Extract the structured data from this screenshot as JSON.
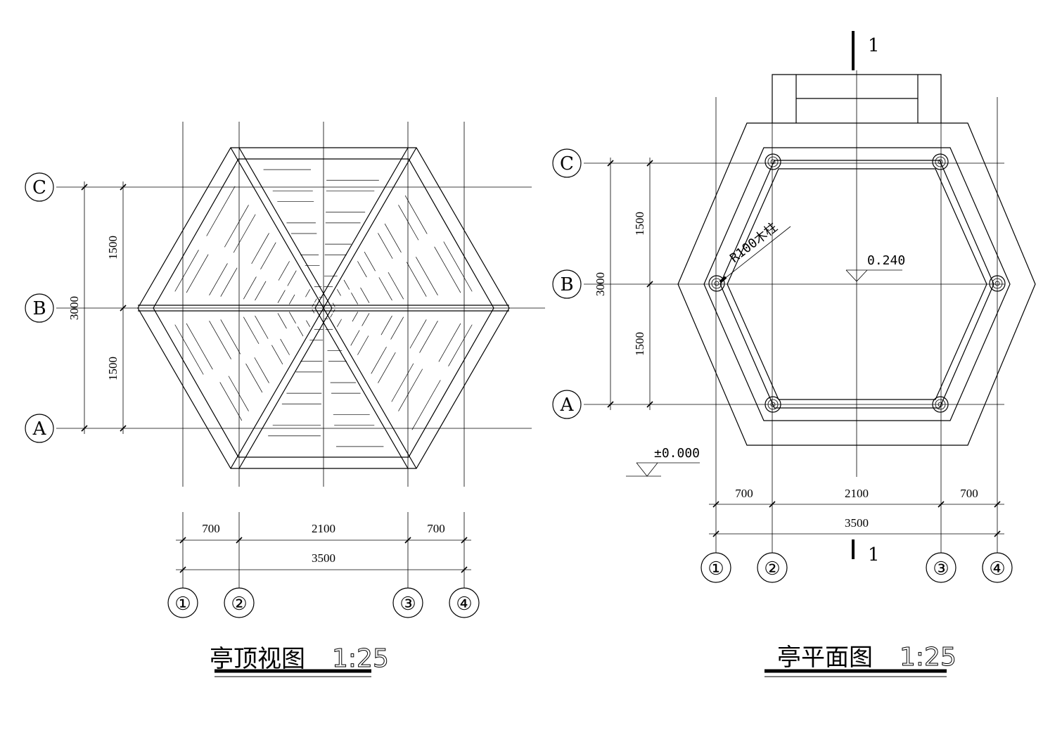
{
  "left_view": {
    "title": "亭顶视图",
    "scale": "1:25",
    "axis_rows": [
      "C",
      "B",
      "A"
    ],
    "axis_cols": [
      "①",
      "②",
      "③",
      "④"
    ],
    "dim_vertical": [
      "1500",
      "1500",
      "3000"
    ],
    "dim_horizontal": [
      "700",
      "2100",
      "700"
    ],
    "dim_total": "3500"
  },
  "right_view": {
    "title": "亭平面图",
    "scale": "1:25",
    "axis_rows": [
      "C",
      "B",
      "A"
    ],
    "axis_cols": [
      "①",
      "②",
      "③",
      "④"
    ],
    "dim_vertical": [
      "1500",
      "1500",
      "3000"
    ],
    "dim_horizontal": [
      "700",
      "2100",
      "700"
    ],
    "dim_total": "3500",
    "section_mark": "1",
    "column_label": "R100木柱",
    "level_floor": "0.240",
    "level_ground": "±0.000"
  }
}
